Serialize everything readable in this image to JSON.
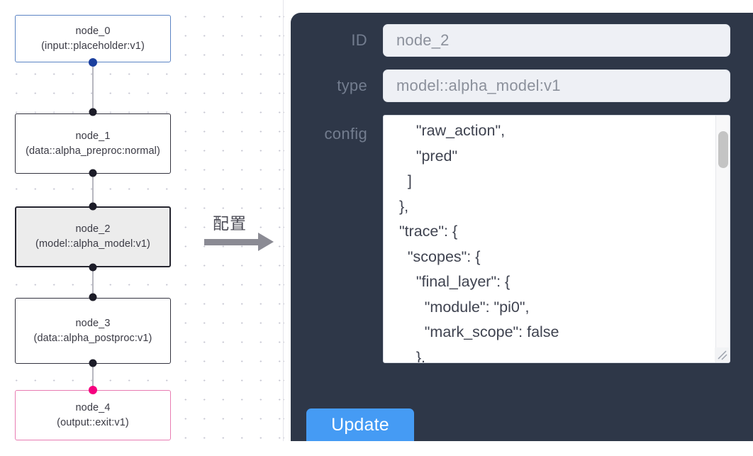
{
  "graph": {
    "nodes": [
      {
        "id": "node_0",
        "type_line": "(input::placeholder:v1)",
        "state": "input"
      },
      {
        "id": "node_1",
        "type_line": "(data::alpha_preproc:normal)",
        "state": "default"
      },
      {
        "id": "node_2",
        "type_line": "(model::alpha_model:v1)",
        "state": "selected"
      },
      {
        "id": "node_3",
        "type_line": "(data::alpha_postproc:v1)",
        "state": "default"
      },
      {
        "id": "node_4",
        "type_line": "(output::exit:v1)",
        "state": "output"
      }
    ],
    "colors": {
      "input_border": "#5b84c4",
      "default_border": "#33333f",
      "selected_fill": "#ececec",
      "output_border": "#e87cb2",
      "port": "#1c1c28",
      "port_input": "#1b3f9e",
      "port_output": "#f5007f",
      "edge": "#b7b7bf",
      "grid_dot": "#c9c9d4"
    }
  },
  "arrow": {
    "label": "配置",
    "color": "#8b8b94"
  },
  "panel": {
    "background": "#2e3748",
    "fields": [
      {
        "label": "ID",
        "value": "node_2"
      },
      {
        "label": "type",
        "value": "model::alpha_model:v1"
      }
    ],
    "config": {
      "label": "config",
      "value": "      \"raw_action\",\n      \"pred\"\n    ]\n  },\n  \"trace\": {\n    \"scopes\": {\n      \"final_layer\": {\n        \"module\": \"pi0\",\n        \"mark_scope\": false\n      },\n      \"action_model\": {",
      "scrollbar": {
        "thumb_color": "#c4c4c4",
        "track_color": "#f8f8f9"
      }
    },
    "update_button": {
      "label": "Update",
      "color": "#459bf4"
    }
  }
}
